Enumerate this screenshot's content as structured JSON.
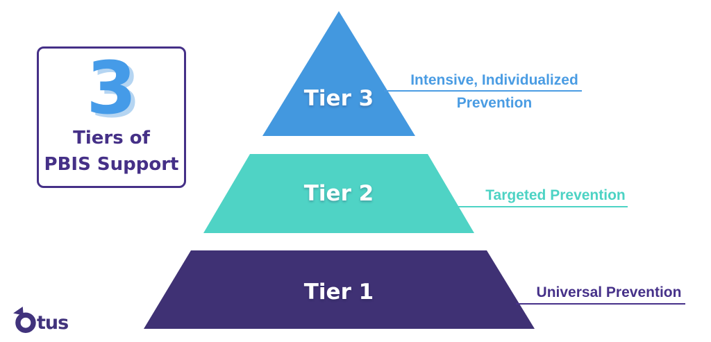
{
  "title_box": {
    "number": "3",
    "title_line1": "Tiers of",
    "title_line2": "PBIS Support",
    "border_color": "#453087",
    "number_color": "#459BE8",
    "number_shadow_color": "#B5D5F2",
    "text_color": "#453087"
  },
  "pyramid": {
    "tiers": [
      {
        "name": "Tier 3",
        "description_line1": "Intensive, Individualized",
        "description_line2": "Prevention",
        "fill_color": "#4398DF",
        "label_color": "#4A9CE3"
      },
      {
        "name": "Tier 2",
        "description_line1": "Targeted Prevention",
        "fill_color": "#4FD3C5",
        "label_color": "#4DD3C4"
      },
      {
        "name": "Tier 1",
        "description_line1": "Universal Prevention",
        "fill_color": "#3F3174",
        "label_color": "#463189"
      }
    ]
  },
  "logo": {
    "text": "tus",
    "color": "#41337C"
  }
}
